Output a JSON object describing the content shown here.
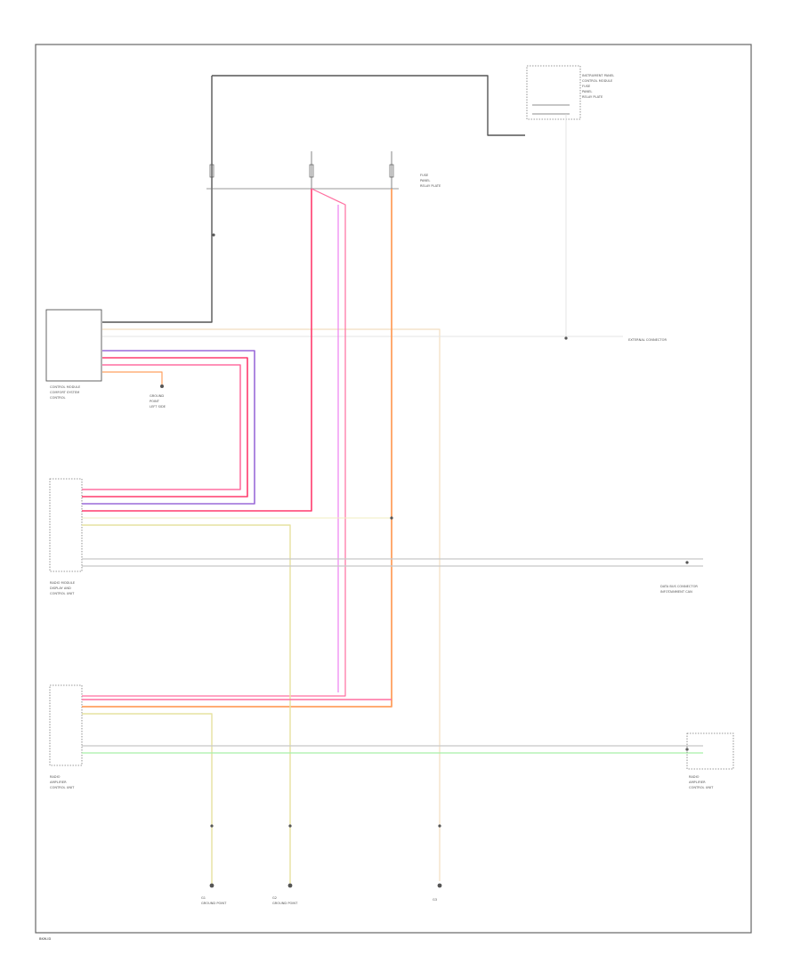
{
  "labels": {
    "ctrl_module": [
      "CONTROL MODULE",
      "COMFORT SYSTEM",
      "CONTROL"
    ],
    "ground_point": [
      "GROUND",
      "POINT",
      "LEFT SIDE"
    ],
    "top_right_module": [
      "INSTRUMENT PANEL",
      "CONTROL MODULE",
      "FUSE",
      "PANEL",
      "RELAY PLATE"
    ],
    "radio_module": [
      "RADIO MODULE",
      "DISPLAY AND",
      "CONTROL UNIT"
    ],
    "amp_module": [
      "RADIO",
      "AMPLIFIER",
      "CONTROL UNIT"
    ],
    "right_mid": [
      "DATA BUS CONNECTOR",
      "INFOTAINMENT CAN"
    ],
    "right_low": [
      "RADIO",
      "AMPLIFIER",
      "CONTROL UNIT"
    ],
    "fuse_note": [
      "FUSE",
      "PANEL",
      "RELAY PLATE"
    ],
    "ext_conn": "EXTERNAL CONNECTOR",
    "g1": [
      "G1",
      "GROUND POINT"
    ],
    "g2": [
      "G2",
      "GROUND POINT"
    ],
    "g3": "G3",
    "footer": "BKW-ID"
  },
  "colors": {
    "black": "#555555",
    "pink": "#ff6fa0",
    "red": "#ff3b6e",
    "violet": "#9a6ad8",
    "magenta": "#ee80f0",
    "orange": "#ffa060",
    "yellow": "#e6e2a0",
    "gray": "#c8c8c8",
    "green": "#a8f0a8",
    "beige": "#f2dec0"
  }
}
